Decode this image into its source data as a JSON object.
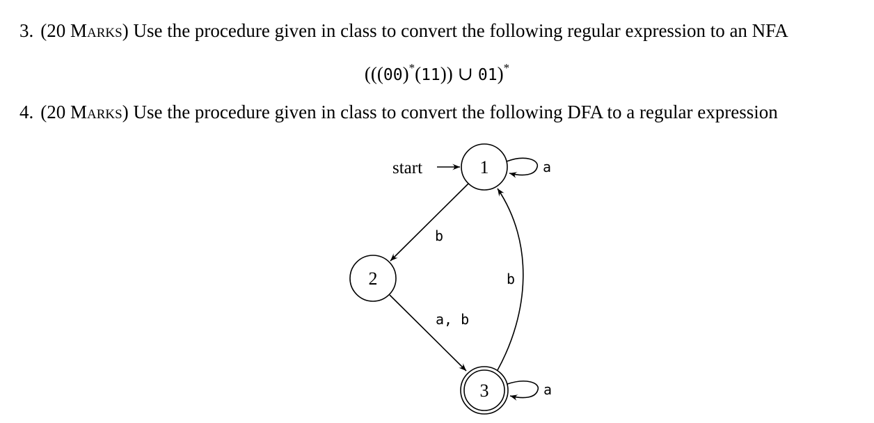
{
  "question3": {
    "number": "3.",
    "marks_open": "(20 ",
    "marks_word": "Marks",
    "marks_close": ")",
    "text": " Use the procedure given in class to convert the following regular expression to an NFA"
  },
  "regex": {
    "p1": "(((",
    "t1": "00",
    "p2": ")",
    "star1": "*",
    "p3": "(",
    "t2": "11",
    "p4": ")) ∪ ",
    "t3": "01",
    "p5": ")",
    "star2": "*"
  },
  "question4": {
    "number": "4.",
    "marks_open": "(20 ",
    "marks_word": "Marks",
    "marks_close": ")",
    "text": " Use the procedure given in class to convert the following DFA to a regular expression"
  },
  "dfa": {
    "start_label": "start",
    "states": [
      {
        "label": "1",
        "accepting": false
      },
      {
        "label": "2",
        "accepting": false
      },
      {
        "label": "3",
        "accepting": true
      }
    ],
    "transitions": [
      {
        "from": "1",
        "to": "1",
        "label": "a"
      },
      {
        "from": "1",
        "to": "2",
        "label": "b"
      },
      {
        "from": "2",
        "to": "3",
        "label": "a, b"
      },
      {
        "from": "3",
        "to": "1",
        "label": "b"
      },
      {
        "from": "3",
        "to": "3",
        "label": "a"
      }
    ]
  }
}
